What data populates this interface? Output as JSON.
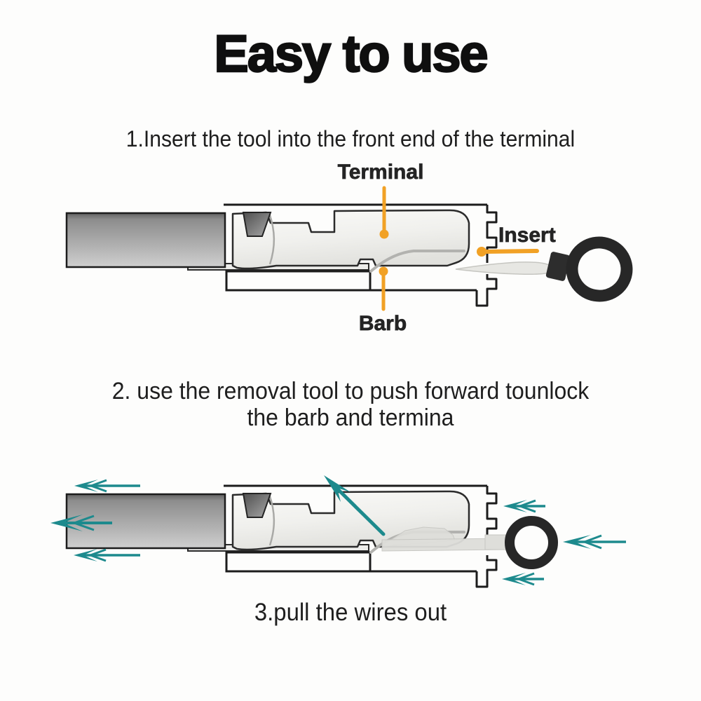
{
  "title": "Easy to use",
  "steps": {
    "step1": "1.Insert the tool into the front end of the terminal",
    "step2_line1": "2. use the removal tool to push forward tounlock",
    "step2_line2": "the barb and termina",
    "step3": "3.pull the wires out"
  },
  "diagram1": {
    "terminal_label": "Terminal",
    "insert_label": "Insert",
    "barb_label": "Barb"
  },
  "colors": {
    "pointer_orange": "#F1A125",
    "arrow_teal": "#1D8A8D",
    "tool_black": "#272727",
    "text_dark": "#1E1E1E"
  }
}
